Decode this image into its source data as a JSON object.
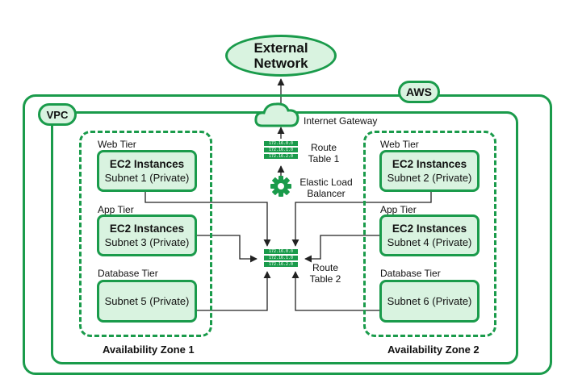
{
  "external": {
    "line1": "External",
    "line2": "Network"
  },
  "aws_label": "AWS",
  "vpc_label": "VPC",
  "internet_gateway": "Internet Gateway",
  "route_table_1": {
    "line1": "Route",
    "line2": "Table 1",
    "rows": [
      "172.16.0.0",
      "172.16.1.0",
      "172.16.2.0"
    ]
  },
  "elb": {
    "line1": "Elastic Load",
    "line2": "Balancer"
  },
  "route_table_2": {
    "line1": "Route",
    "line2": "Table 2",
    "rows": [
      "172.16.0.0",
      "172.16.1.0",
      "172.16.2.0"
    ]
  },
  "zones": [
    {
      "label": "Availability Zone 1",
      "web_tier": "Web Tier",
      "app_tier": "App Tier",
      "db_tier": "Database Tier",
      "web": {
        "title": "EC2 Instances",
        "subnet": "Subnet 1 (Private)"
      },
      "app": {
        "title": "EC2 Instances",
        "subnet": "Subnet 3 (Private)"
      },
      "db": {
        "subnet": "Subnet 5 (Private)"
      }
    },
    {
      "label": "Availability Zone 2",
      "web_tier": "Web Tier",
      "app_tier": "App Tier",
      "db_tier": "Database Tier",
      "web": {
        "title": "EC2 Instances",
        "subnet": "Subnet 2 (Private)"
      },
      "app": {
        "title": "EC2 Instances",
        "subnet": "Subnet 4 (Private)"
      },
      "db": {
        "subnet": "Subnet 6 (Private)"
      }
    }
  ],
  "colors": {
    "accent": "#1a9b4b",
    "fill": "#d9f3e0"
  }
}
